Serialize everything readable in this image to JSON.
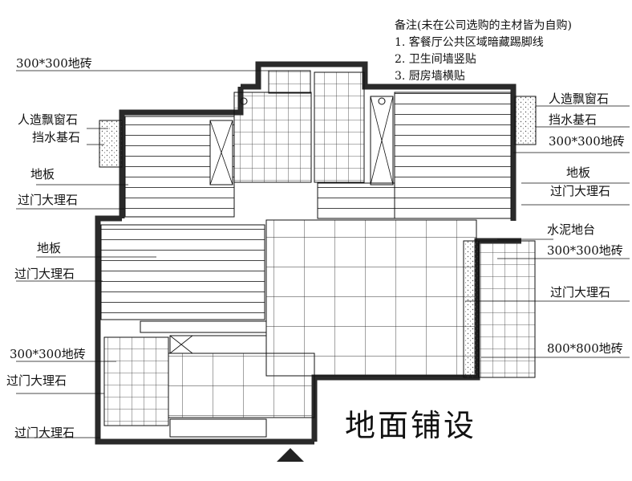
{
  "notes": {
    "heading": "备注(未在公司选购的主材皆为自购)",
    "items": [
      "1. 客餐厅公共区域暗藏踢脚线",
      "2. 卫生间墙竖贴",
      "3. 厨房墙横贴"
    ]
  },
  "labels": {
    "tile300_top": "300*300地砖",
    "sill_left": "人造飘窗石",
    "base_left": "挡水基石",
    "floor_left1": "地板",
    "threshold_left1": "过门大理石",
    "floor_left2": "地板",
    "threshold_left2": "过门大理石",
    "tile300_bath": "300*300地砖",
    "threshold_left3": "过门大理石",
    "threshold_left4": "过门大理石",
    "sill_right": "人造飘窗石",
    "base_right": "挡水基石",
    "tile300_right": "300*300地砖",
    "floor_right": "地板",
    "threshold_right1": "过门大理石",
    "cement": "水泥地台",
    "tile300_right2": "300*300地砖",
    "threshold_right2": "过门大理石",
    "tile800": "800*800地砖"
  },
  "title": "地面铺设",
  "colors": {
    "line": "#111111",
    "wall": "#2a2a2a",
    "hatch": "#555555"
  }
}
